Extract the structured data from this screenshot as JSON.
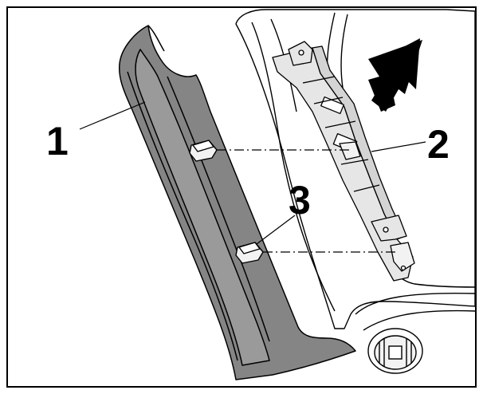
{
  "diagram": {
    "callouts": [
      {
        "id": "1",
        "label": "1"
      },
      {
        "id": "2",
        "label": "2"
      },
      {
        "id": "3",
        "label": "3"
      }
    ],
    "colors": {
      "trim_panel_fill": "#858585",
      "trim_panel_inner": "#9a9a9a",
      "body_fill": "#ffffff",
      "bracket_fill": "#e6e6e6",
      "clip_fill": "#f2f2f2",
      "arrow_fill": "#000000",
      "line_color": "#000000",
      "frame_color": "#000000"
    },
    "icons": {
      "direction_arrow": "arrow-up-right-icon",
      "air_vent": "air-vent-icon"
    }
  }
}
